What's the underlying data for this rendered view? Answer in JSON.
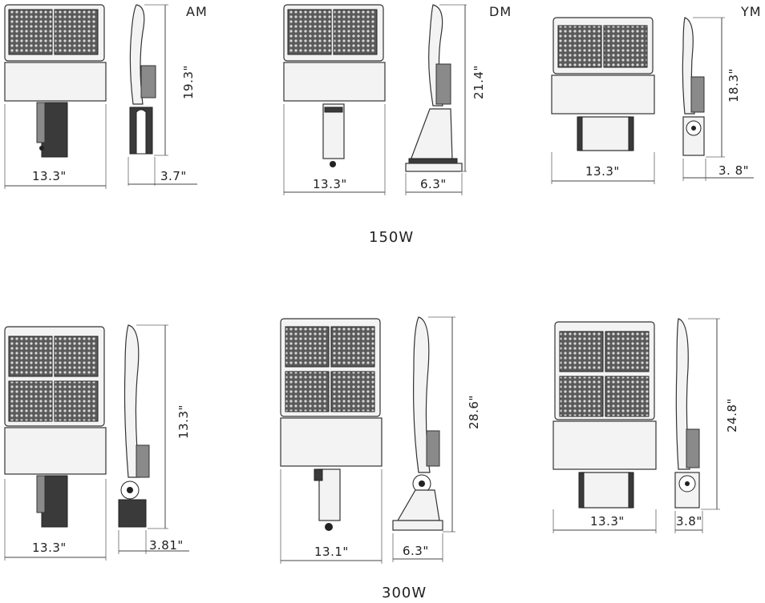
{
  "sections": [
    {
      "power_label": "150W",
      "variants": [
        {
          "mount": "AM",
          "front_width": "13.3\"",
          "height": "19.3\"",
          "side_depth": "3.7\""
        },
        {
          "mount": "DM",
          "front_width": "13.3\"",
          "height": "21.4\"",
          "side_depth": "6.3\""
        },
        {
          "mount": "YM",
          "front_width": "13.3\"",
          "height": "18.3\"",
          "side_depth": "3. 8\""
        }
      ]
    },
    {
      "power_label": "300W",
      "variants": [
        {
          "mount": "",
          "front_width": "13.3\"",
          "height": "13.3\"",
          "side_depth": "3.81\""
        },
        {
          "mount": "",
          "front_width": "13.1\"",
          "height": "28.6\"",
          "side_depth": "6.3\""
        },
        {
          "mount": "",
          "front_width": "13.3\"",
          "height": "24.8\"",
          "side_depth": "3.8\""
        }
      ]
    }
  ]
}
